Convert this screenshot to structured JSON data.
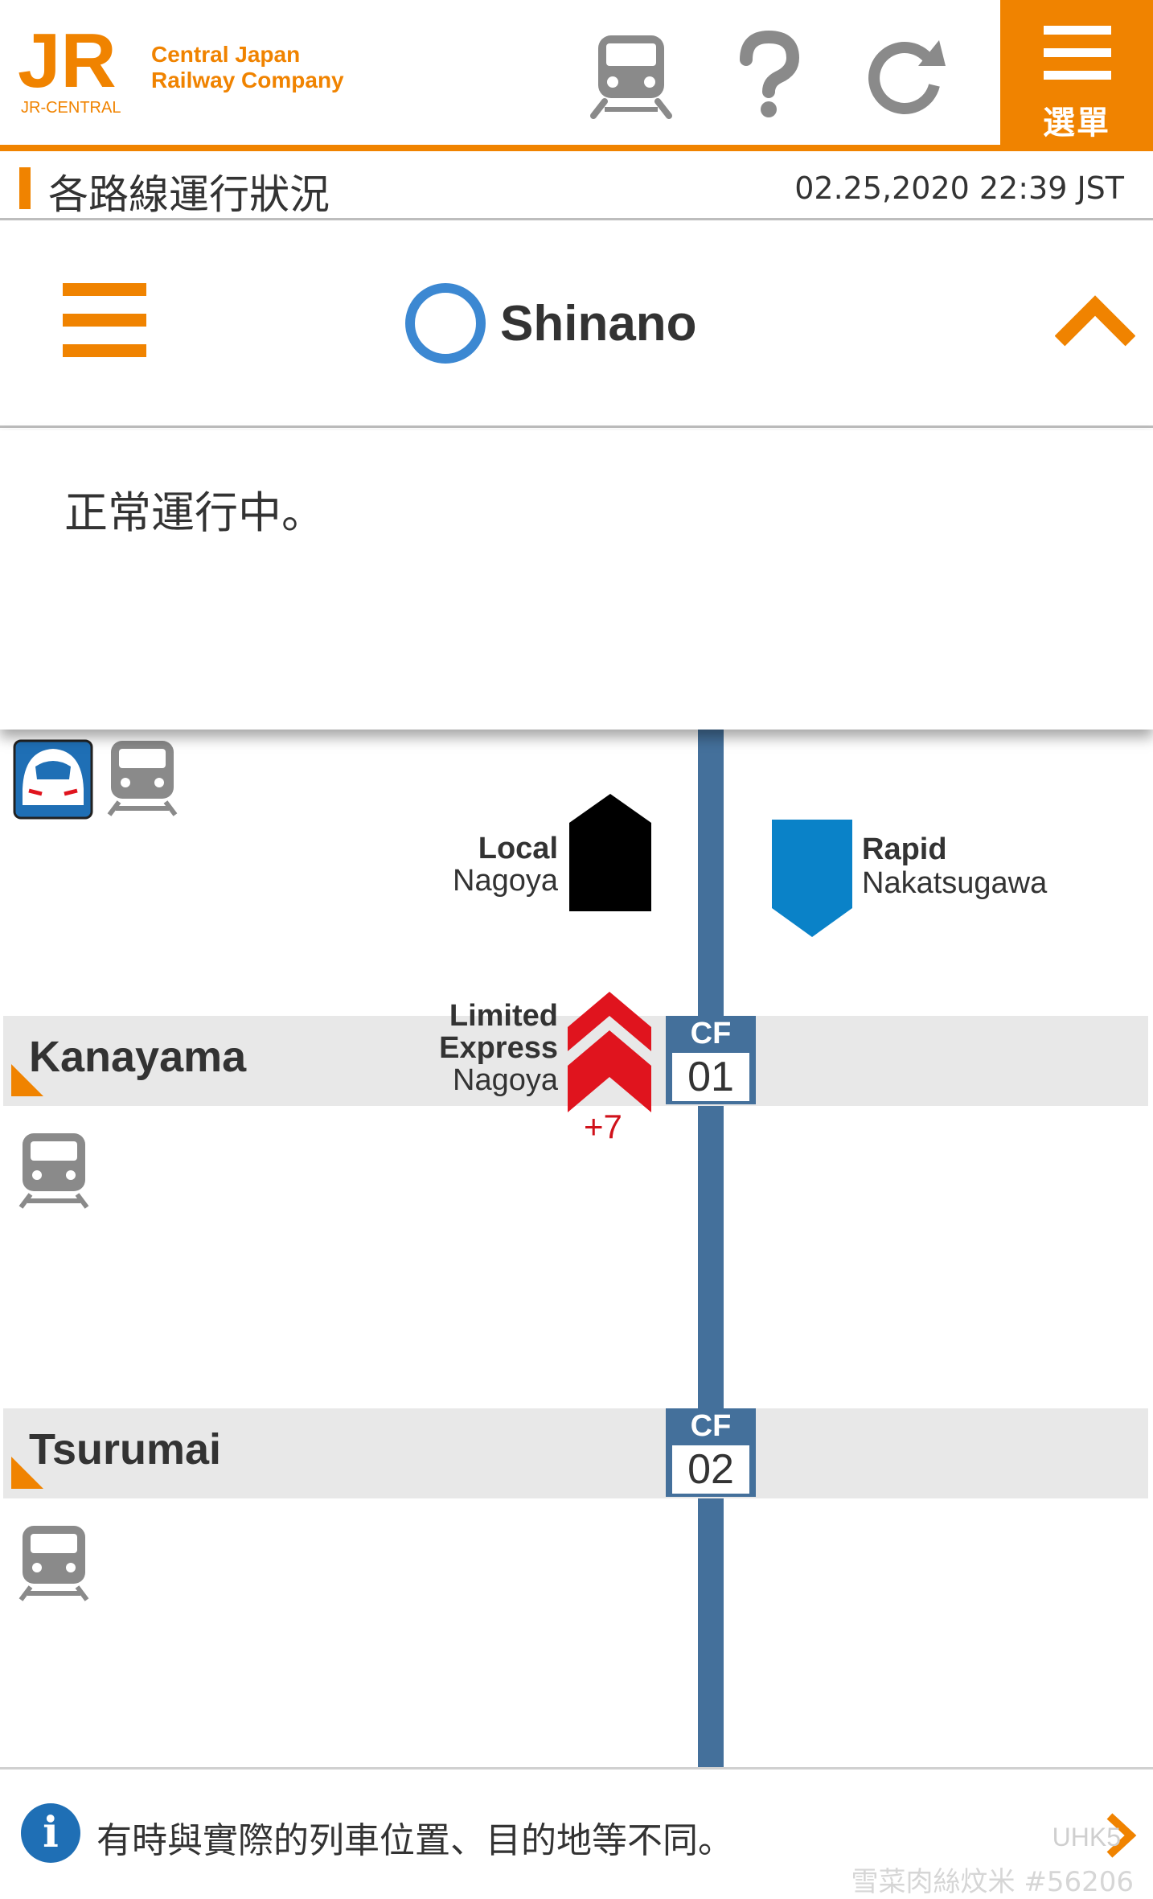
{
  "header": {
    "logo_letters": "JR",
    "logo_sub": "JR-CENTRAL",
    "company_line1": "Central Japan",
    "company_line2": "Railway Company",
    "menu_label": "選單",
    "accent": "#f08300"
  },
  "title_row": {
    "title": "各路線運行狀況",
    "timestamp": "02.25,2020 22:39 JST"
  },
  "line": {
    "name": "Shinano",
    "ring_color": "#3c88d2"
  },
  "status": {
    "message": "正常運行中。"
  },
  "map": {
    "track_color": "#44709b",
    "stations": [
      {
        "name": "Kanayama",
        "code_prefix": "CF",
        "code_num": "01"
      },
      {
        "name": "Tsurumai",
        "code_prefix": "CF",
        "code_num": "02"
      }
    ],
    "trains": [
      {
        "kind": "Local",
        "dest": "Nagoya",
        "color": "#000000"
      },
      {
        "kind": "Rapid",
        "dest": "Nakatsugawa",
        "color": "#0a82c8"
      },
      {
        "kind_line1": "Limited",
        "kind_line2": "Express",
        "dest": "Nagoya",
        "delay": "+7",
        "color": "#e0141e"
      }
    ]
  },
  "footer": {
    "notice": "有時與實際的列車位置、目的地等不同。",
    "watermark_brand": "UHK5",
    "watermark_text": "雪菜肉絲炆米 #56206"
  }
}
